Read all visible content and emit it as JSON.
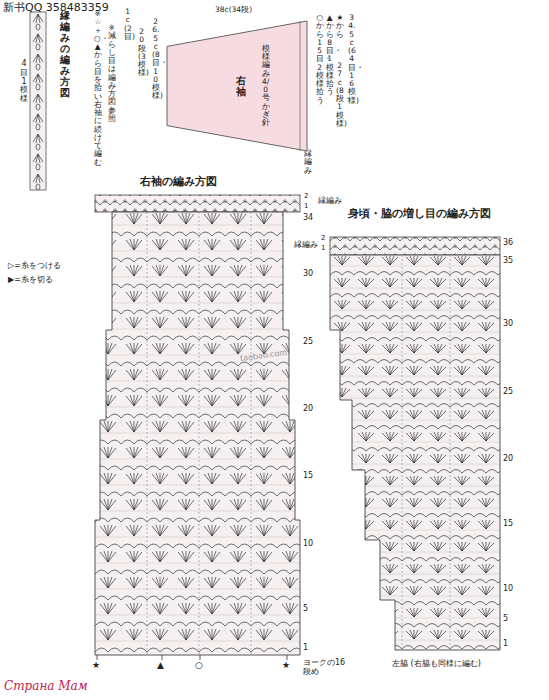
{
  "diagram": {
    "nodes": [
      {
        "text": [
          "右袖",
          "模様編み 4/0号かぎ針"
        ]
      }
    ],
    "labels": [
      "新书QQ 358483359",
      "縁編みの編み方図",
      "4目1模様",
      "1c(2目)",
      "38c(34段)",
      "20段(3模様)",
      "26.5c(8目・10模様)",
      "○から15目・2模様拾う",
      "▲から8目・1模様拾う",
      "★から",
      "27c(8段・1模様)",
      "34.5c(64目・16模様)",
      "縁編み",
      "※減らし目は編み方図参照",
      "※☆＋○・▲から目を拾い右袖に続けて編む",
      "右袖の編み方図",
      "身頃・脇の増し目の編み方図",
      "▷=糸をつける",
      "▶=糸を切る",
      "縁編み",
      "2",
      "1",
      "34",
      "30",
      "25",
      "20",
      "15",
      "10",
      "5",
      "1",
      "縁編み",
      "2",
      "1",
      "36",
      "35",
      "30",
      "25",
      "20",
      "15",
      "10",
      "5",
      "1",
      "★",
      "▲",
      "○",
      "★",
      "ヨークの16段め",
      "左脇 (右脇も同様に編む)",
      "taobao.com",
      "Страна Мам"
    ]
  }
}
